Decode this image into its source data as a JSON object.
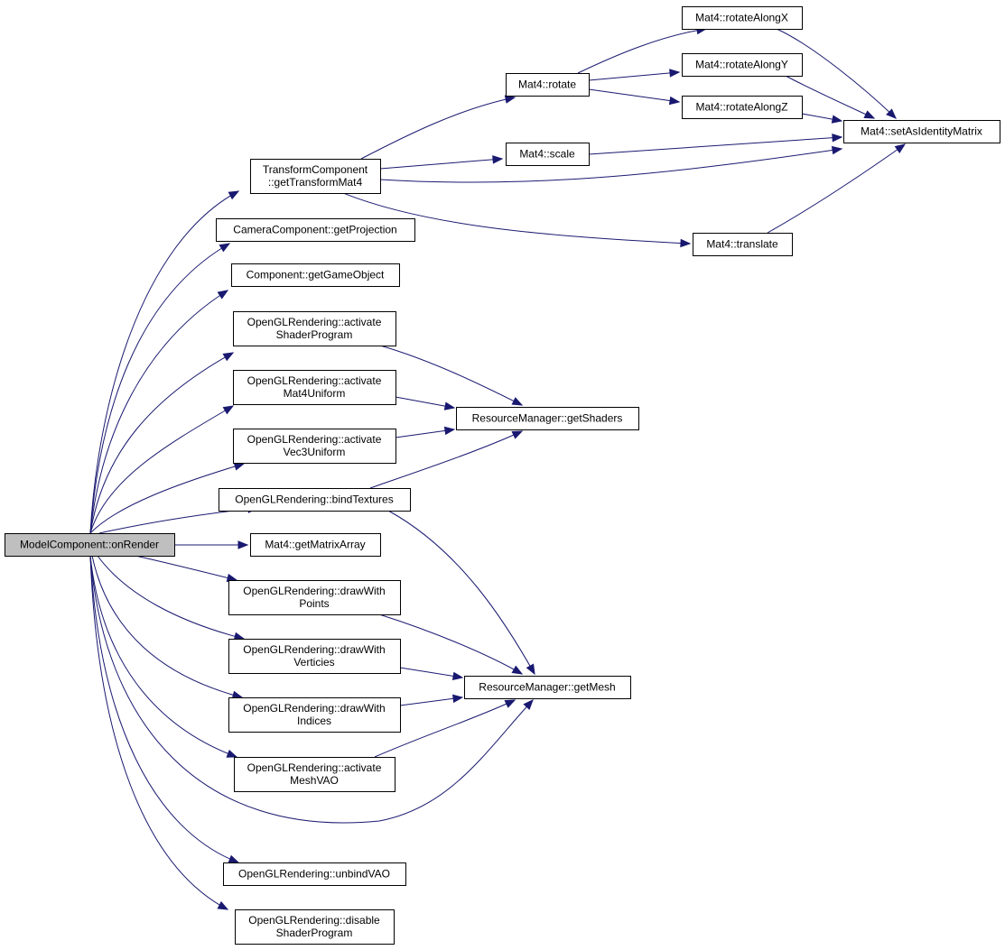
{
  "graph": {
    "colors": {
      "edge": "#191970",
      "node_fill": "#ffffff",
      "root_fill": "#bfbfbf",
      "border": "#000000"
    },
    "nodes": {
      "root": {
        "lines": [
          "ModelComponent::onRender"
        ]
      },
      "transform": {
        "lines": [
          "TransformComponent",
          "::getTransformMat4"
        ]
      },
      "camera": {
        "lines": [
          "CameraComponent::getProjection"
        ]
      },
      "component": {
        "lines": [
          "Component::getGameObject"
        ]
      },
      "actShader": {
        "lines": [
          "OpenGLRendering::activate",
          "ShaderProgram"
        ]
      },
      "actMat4": {
        "lines": [
          "OpenGLRendering::activate",
          "Mat4Uniform"
        ]
      },
      "actVec3": {
        "lines": [
          "OpenGLRendering::activate",
          "Vec3Uniform"
        ]
      },
      "bindTex": {
        "lines": [
          "OpenGLRendering::bindTextures"
        ]
      },
      "matArray": {
        "lines": [
          "Mat4::getMatrixArray"
        ]
      },
      "drawPoints": {
        "lines": [
          "OpenGLRendering::drawWith",
          "Points"
        ]
      },
      "drawVert": {
        "lines": [
          "OpenGLRendering::drawWith",
          "Verticies"
        ]
      },
      "drawInd": {
        "lines": [
          "OpenGLRendering::drawWith",
          "Indices"
        ]
      },
      "actVAO": {
        "lines": [
          "OpenGLRendering::activate",
          "MeshVAO"
        ]
      },
      "unbindVAO": {
        "lines": [
          "OpenGLRendering::unbindVAO"
        ]
      },
      "disShader": {
        "lines": [
          "OpenGLRendering::disable",
          "ShaderProgram"
        ]
      },
      "rotate": {
        "lines": [
          "Mat4::rotate"
        ]
      },
      "scale": {
        "lines": [
          "Mat4::scale"
        ]
      },
      "translate": {
        "lines": [
          "Mat4::translate"
        ]
      },
      "rotX": {
        "lines": [
          "Mat4::rotateAlongX"
        ]
      },
      "rotY": {
        "lines": [
          "Mat4::rotateAlongY"
        ]
      },
      "rotZ": {
        "lines": [
          "Mat4::rotateAlongZ"
        ]
      },
      "identity": {
        "lines": [
          "Mat4::setAsIdentityMatrix"
        ]
      },
      "getShaders": {
        "lines": [
          "ResourceManager::getShaders"
        ]
      },
      "getMesh": {
        "lines": [
          "ResourceManager::getMesh"
        ]
      }
    },
    "edges": [
      [
        "root",
        "transform"
      ],
      [
        "root",
        "camera"
      ],
      [
        "root",
        "component"
      ],
      [
        "root",
        "actShader"
      ],
      [
        "root",
        "actMat4"
      ],
      [
        "root",
        "actVec3"
      ],
      [
        "root",
        "bindTex"
      ],
      [
        "root",
        "matArray"
      ],
      [
        "root",
        "drawPoints"
      ],
      [
        "root",
        "drawVert"
      ],
      [
        "root",
        "drawInd"
      ],
      [
        "root",
        "actVAO"
      ],
      [
        "root",
        "getMesh"
      ],
      [
        "root",
        "unbindVAO"
      ],
      [
        "root",
        "disShader"
      ],
      [
        "transform",
        "rotate"
      ],
      [
        "transform",
        "scale"
      ],
      [
        "transform",
        "identity"
      ],
      [
        "transform",
        "translate"
      ],
      [
        "rotate",
        "rotX"
      ],
      [
        "rotate",
        "rotY"
      ],
      [
        "rotate",
        "rotZ"
      ],
      [
        "rotX",
        "identity"
      ],
      [
        "rotY",
        "identity"
      ],
      [
        "rotZ",
        "identity"
      ],
      [
        "scale",
        "identity"
      ],
      [
        "translate",
        "identity"
      ],
      [
        "actShader",
        "getShaders"
      ],
      [
        "actMat4",
        "getShaders"
      ],
      [
        "actVec3",
        "getShaders"
      ],
      [
        "bindTex",
        "getShaders"
      ],
      [
        "bindTex",
        "getMesh"
      ],
      [
        "drawPoints",
        "getMesh"
      ],
      [
        "drawVert",
        "getMesh"
      ],
      [
        "drawInd",
        "getMesh"
      ],
      [
        "actVAO",
        "getMesh"
      ]
    ]
  }
}
